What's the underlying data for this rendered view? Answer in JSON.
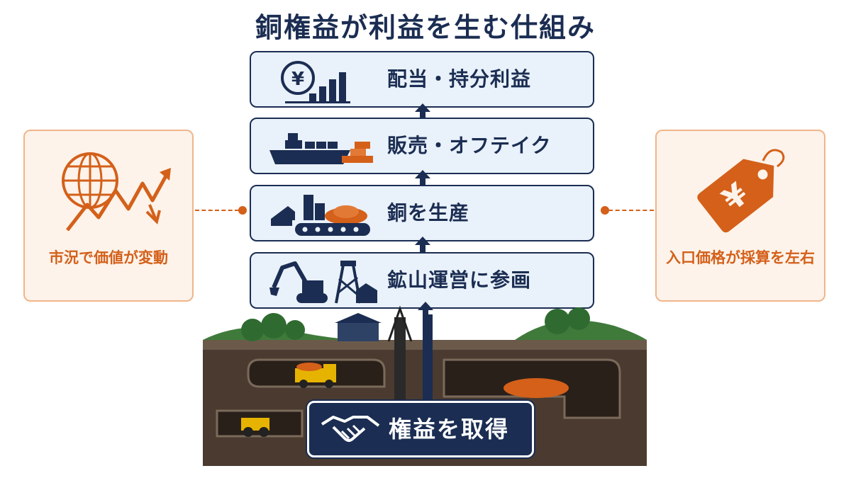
{
  "title": "銅権益が利益を生む仕組み",
  "steps": [
    {
      "label": "配当・持分利益",
      "icon": "yen-coin-bar-chart-icon"
    },
    {
      "label": "販売・オフテイク",
      "icon": "cargo-ship-copper-ingots-icon"
    },
    {
      "label": "銅を生産",
      "icon": "factory-conveyor-ore-icon"
    },
    {
      "label": "鉱山運営に参画",
      "icon": "excavator-headframe-icon"
    }
  ],
  "left_card": {
    "label": "市況で価値が変動",
    "icon": "globe-market-trend-icon"
  },
  "right_card": {
    "label": "入口価格が採算を左右",
    "icon": "yen-price-tag-icon"
  },
  "acquire": {
    "label": "権益を取得",
    "icon": "handshake-icon"
  },
  "colors": {
    "navy": "#1b2d52",
    "orange": "#d4601a",
    "box_fill": "#e9f1fa",
    "side_fill": "#fdf3ea"
  }
}
